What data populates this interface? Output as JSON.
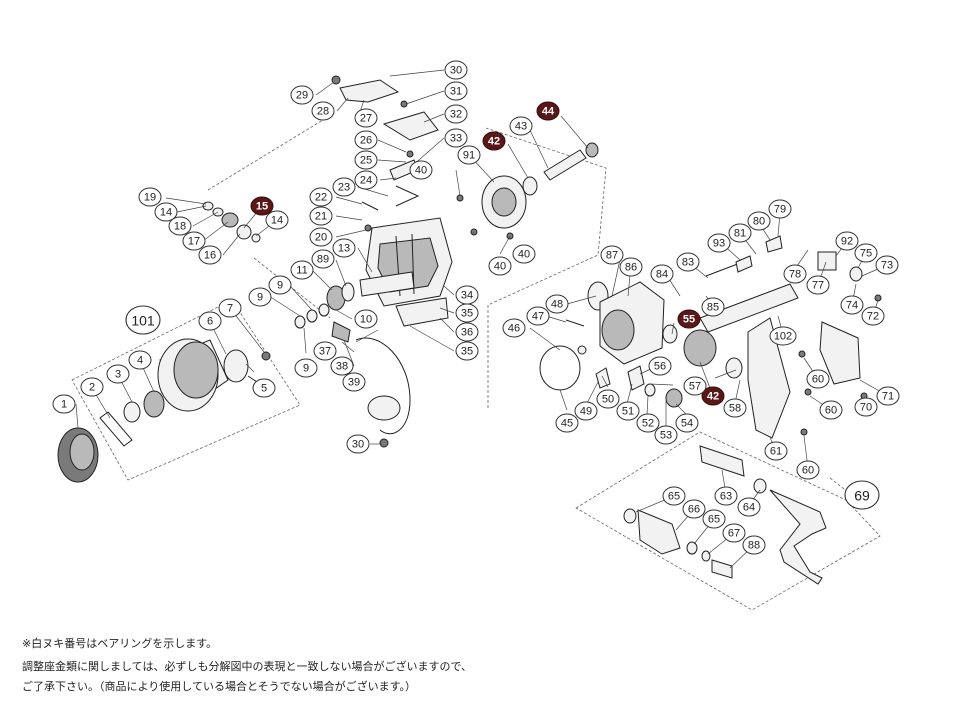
{
  "notes": {
    "bearing_note": "※白ヌキ番号はベアリングを示します。",
    "shim_note_line1": "調整座金類に関しましては、必ずしも分解図中の表現と一致しない場合がございますので、",
    "shim_note_line2": "ご了承下さい。（商品により使用している場合とそうでない場合がございます。）"
  },
  "colors": {
    "bearing_callout": "#5a1717",
    "callout_text": "#222222",
    "line": "#444444"
  },
  "callouts": [
    {
      "id": "c1",
      "label": "1"
    },
    {
      "id": "c2",
      "label": "2"
    },
    {
      "id": "c3",
      "label": "3"
    },
    {
      "id": "c4",
      "label": "4"
    },
    {
      "id": "c5",
      "label": "5"
    },
    {
      "id": "c6",
      "label": "6"
    },
    {
      "id": "c7",
      "label": "7"
    },
    {
      "id": "c9a",
      "label": "9"
    },
    {
      "id": "c9b",
      "label": "9"
    },
    {
      "id": "c9c",
      "label": "9"
    },
    {
      "id": "c10",
      "label": "10"
    },
    {
      "id": "c11",
      "label": "11"
    },
    {
      "id": "c13",
      "label": "13"
    },
    {
      "id": "c14a",
      "label": "14"
    },
    {
      "id": "c14b",
      "label": "14"
    },
    {
      "id": "c15",
      "label": "15",
      "bearing": true
    },
    {
      "id": "c16",
      "label": "16"
    },
    {
      "id": "c17",
      "label": "17"
    },
    {
      "id": "c18",
      "label": "18"
    },
    {
      "id": "c19",
      "label": "19"
    },
    {
      "id": "c20",
      "label": "20"
    },
    {
      "id": "c21",
      "label": "21"
    },
    {
      "id": "c22",
      "label": "22"
    },
    {
      "id": "c23",
      "label": "23"
    },
    {
      "id": "c24",
      "label": "24"
    },
    {
      "id": "c25",
      "label": "25"
    },
    {
      "id": "c26",
      "label": "26"
    },
    {
      "id": "c27",
      "label": "27"
    },
    {
      "id": "c28",
      "label": "28"
    },
    {
      "id": "c29",
      "label": "29"
    },
    {
      "id": "c30a",
      "label": "30"
    },
    {
      "id": "c30b",
      "label": "30"
    },
    {
      "id": "c31",
      "label": "31"
    },
    {
      "id": "c32",
      "label": "32"
    },
    {
      "id": "c33",
      "label": "33"
    },
    {
      "id": "c34",
      "label": "34"
    },
    {
      "id": "c35a",
      "label": "35"
    },
    {
      "id": "c35b",
      "label": "35"
    },
    {
      "id": "c36",
      "label": "36"
    },
    {
      "id": "c37",
      "label": "37"
    },
    {
      "id": "c38",
      "label": "38"
    },
    {
      "id": "c39",
      "label": "39"
    },
    {
      "id": "c40a",
      "label": "40"
    },
    {
      "id": "c40b",
      "label": "40"
    },
    {
      "id": "c40c",
      "label": "40"
    },
    {
      "id": "c42a",
      "label": "42",
      "bearing": true
    },
    {
      "id": "c42b",
      "label": "42",
      "bearing": true
    },
    {
      "id": "c43",
      "label": "43"
    },
    {
      "id": "c44",
      "label": "44",
      "bearing": true
    },
    {
      "id": "c45",
      "label": "45"
    },
    {
      "id": "c46",
      "label": "46"
    },
    {
      "id": "c47",
      "label": "47"
    },
    {
      "id": "c48",
      "label": "48"
    },
    {
      "id": "c49",
      "label": "49"
    },
    {
      "id": "c50",
      "label": "50"
    },
    {
      "id": "c51",
      "label": "51"
    },
    {
      "id": "c52",
      "label": "52"
    },
    {
      "id": "c53",
      "label": "53"
    },
    {
      "id": "c54",
      "label": "54"
    },
    {
      "id": "c55",
      "label": "55",
      "bearing": true
    },
    {
      "id": "c56",
      "label": "56"
    },
    {
      "id": "c57",
      "label": "57"
    },
    {
      "id": "c58",
      "label": "58"
    },
    {
      "id": "c60a",
      "label": "60"
    },
    {
      "id": "c60b",
      "label": "60"
    },
    {
      "id": "c60c",
      "label": "60"
    },
    {
      "id": "c61",
      "label": "61"
    },
    {
      "id": "c63",
      "label": "63"
    },
    {
      "id": "c64",
      "label": "64"
    },
    {
      "id": "c65a",
      "label": "65"
    },
    {
      "id": "c65b",
      "label": "65"
    },
    {
      "id": "c66",
      "label": "66"
    },
    {
      "id": "c67",
      "label": "67"
    },
    {
      "id": "c69",
      "label": "69",
      "group": true
    },
    {
      "id": "c70",
      "label": "70"
    },
    {
      "id": "c71",
      "label": "71"
    },
    {
      "id": "c72",
      "label": "72"
    },
    {
      "id": "c73",
      "label": "73"
    },
    {
      "id": "c74",
      "label": "74"
    },
    {
      "id": "c75",
      "label": "75"
    },
    {
      "id": "c77",
      "label": "77"
    },
    {
      "id": "c78",
      "label": "78"
    },
    {
      "id": "c79",
      "label": "79"
    },
    {
      "id": "c80",
      "label": "80"
    },
    {
      "id": "c81",
      "label": "81"
    },
    {
      "id": "c83",
      "label": "83"
    },
    {
      "id": "c84",
      "label": "84"
    },
    {
      "id": "c85",
      "label": "85"
    },
    {
      "id": "c86",
      "label": "86"
    },
    {
      "id": "c87",
      "label": "87"
    },
    {
      "id": "c88",
      "label": "88"
    },
    {
      "id": "c89",
      "label": "89"
    },
    {
      "id": "c91",
      "label": "91"
    },
    {
      "id": "c92",
      "label": "92"
    },
    {
      "id": "c93",
      "label": "93"
    },
    {
      "id": "c101",
      "label": "101",
      "group": true
    },
    {
      "id": "c102",
      "label": "102"
    }
  ]
}
